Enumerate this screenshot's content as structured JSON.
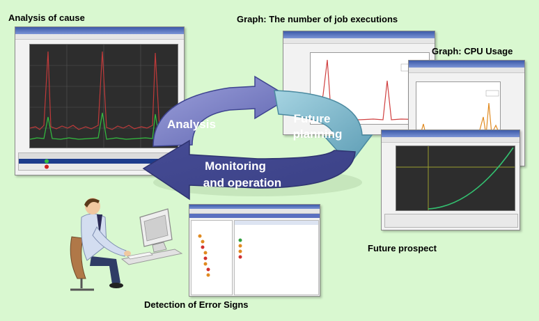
{
  "captions": {
    "analysis_of_cause": "Analysis of cause",
    "graph_job_executions": "Graph: The number of job executions",
    "graph_cpu_usage": "Graph: CPU Usage",
    "future_prospect": "Future prospect",
    "detection_error_signs": "Detection of Error Signs"
  },
  "cycle": {
    "analysis": "Analysis",
    "future_line1": "Future",
    "future_line2": "planning",
    "monitoring_line1": "Monitoring",
    "monitoring_line2": "and operation"
  },
  "colors": {
    "background": "#d9f8d0",
    "cycle_dark": "#4a4f9a",
    "cycle_light": "#8a8fd0",
    "cycle_cyan": "#78b8cc",
    "plot_dark": "#2d2d2d",
    "series_red": "#c03a3a",
    "series_green": "#33c040"
  }
}
